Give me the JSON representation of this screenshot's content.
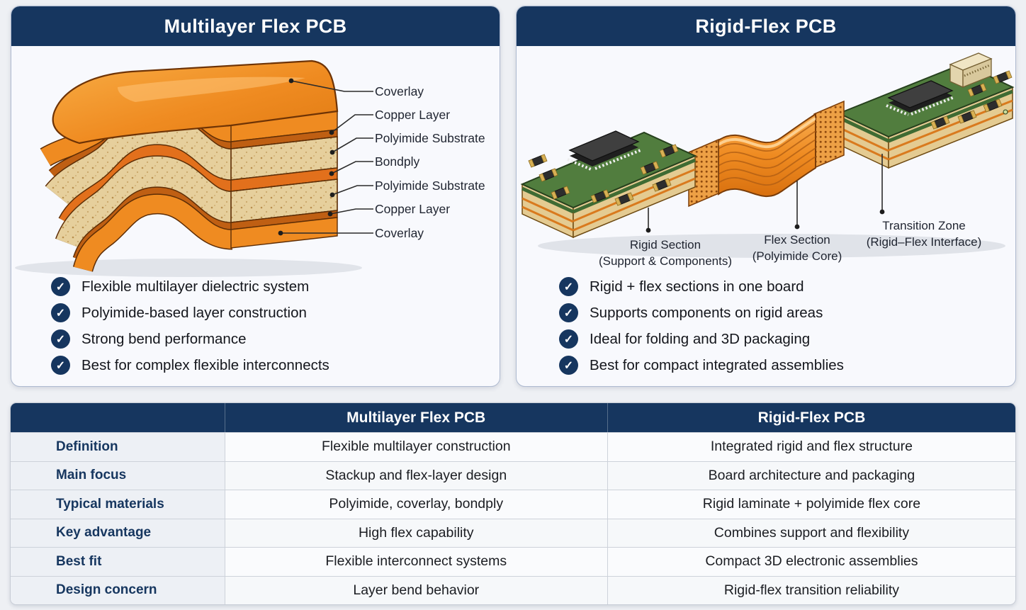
{
  "page_title": "Multilayer Flex PCB vs Rigid-Flex PCB comparison",
  "colors": {
    "navy": "#16365f",
    "page_bg": "#eef0f4",
    "panel_bg": "#f8f9fd",
    "flex_orange": "#ef8b21",
    "copper": "#bf5f13",
    "polyimide_tan": "#e6cf9c",
    "board_green": "#517d3e"
  },
  "left_panel": {
    "title": "Multilayer Flex PCB",
    "layer_labels": [
      "Coverlay",
      "Copper Layer",
      "Polyimide Substrate",
      "Bondply",
      "Polyimide Substrate",
      "Copper Layer",
      "Coverlay"
    ],
    "features": [
      "Flexible multilayer dielectric system",
      "Polyimide-based layer construction",
      "Strong bend performance",
      "Best for complex flexible interconnects"
    ]
  },
  "right_panel": {
    "title": "Rigid-Flex PCB",
    "section_labels": [
      {
        "line1": "Rigid Section",
        "line2": "(Support & Components)"
      },
      {
        "line1": "Flex Section",
        "line2": "(Polyimide Core)"
      },
      {
        "line1": "Transition Zone",
        "line2": "(Rigid–Flex Interface)"
      }
    ],
    "features": [
      "Rigid + flex sections in one board",
      "Supports components on rigid areas",
      "Ideal for folding and 3D packaging",
      "Best for compact integrated assemblies"
    ]
  },
  "comparison_table": {
    "headers": [
      "",
      "Multilayer Flex PCB",
      "Rigid-Flex PCB"
    ],
    "rows": [
      {
        "label": "Definition",
        "multilayer_flex": "Flexible multilayer construction",
        "rigid_flex": "Integrated rigid and flex structure"
      },
      {
        "label": "Main focus",
        "multilayer_flex": "Stackup and flex-layer design",
        "rigid_flex": "Board architecture and packaging"
      },
      {
        "label": "Typical materials",
        "multilayer_flex": "Polyimide, coverlay, bondply",
        "rigid_flex": "Rigid laminate + polyimide flex core"
      },
      {
        "label": "Key advantage",
        "multilayer_flex": "High flex capability",
        "rigid_flex": "Combines support and flexibility"
      },
      {
        "label": "Best fit",
        "multilayer_flex": "Flexible interconnect systems",
        "rigid_flex": "Compact 3D electronic assemblies"
      },
      {
        "label": "Design concern",
        "multilayer_flex": "Layer bend behavior",
        "rigid_flex": "Rigid-flex transition reliability"
      }
    ]
  },
  "icons": {
    "check": "✓"
  }
}
